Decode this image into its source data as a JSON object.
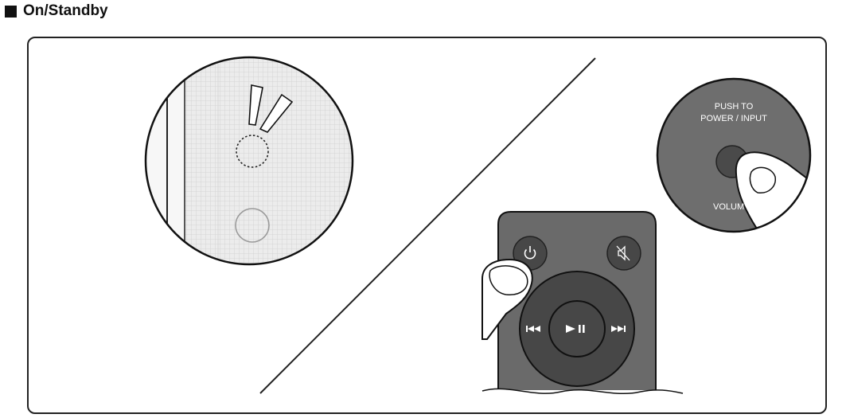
{
  "section": {
    "title": "On/Standby",
    "bullet_icon": "black-square-icon"
  },
  "unit_button_callout": {
    "line1": "PUSH TO",
    "line2": "POWER / INPUT",
    "line3": "VOLUM"
  },
  "remote": {
    "power_icon": "power-icon",
    "mute_icon": "mute-icon",
    "prev_icon": "previous-track-icon",
    "play_pause_icon": "play-pause-icon",
    "next_icon": "next-track-icon"
  },
  "colors": {
    "remote_body": "#6a6a6a",
    "remote_button": "#474747",
    "callout_fill": "#6e6e6e",
    "panel_fill": "#e9e9e9"
  }
}
